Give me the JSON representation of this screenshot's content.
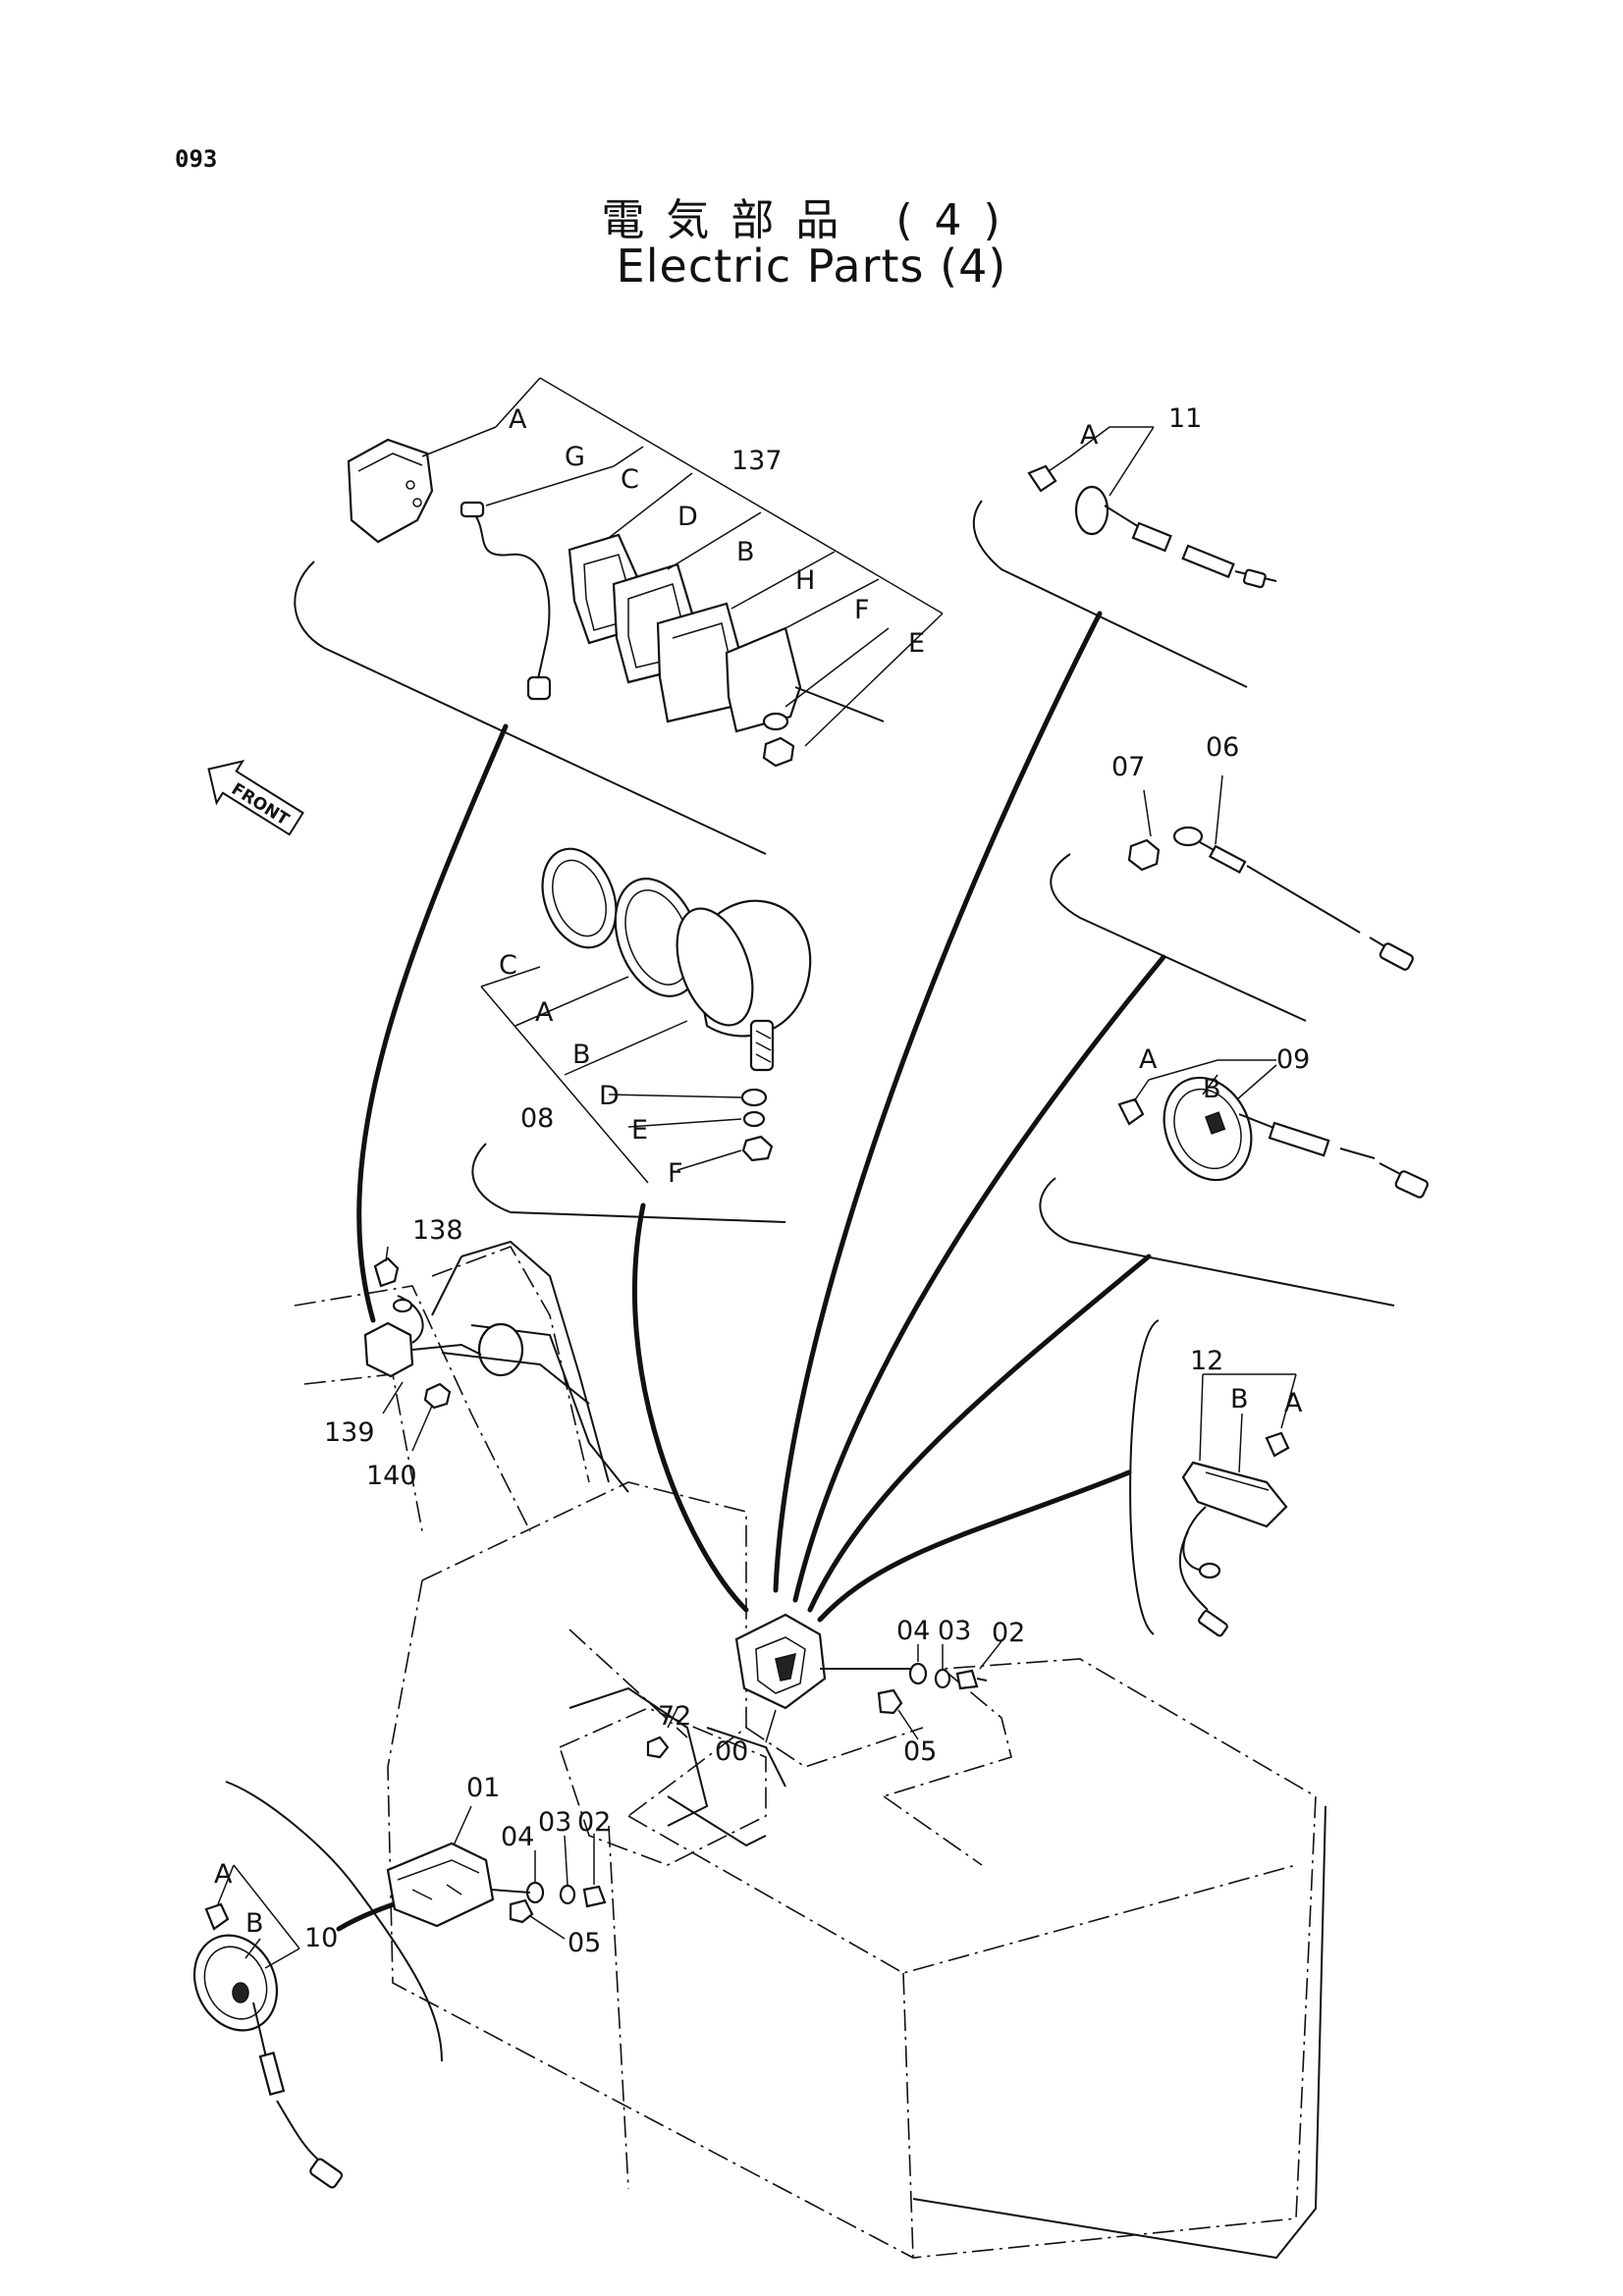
{
  "page_number": "093",
  "title_jp": "電気部品 (4)",
  "title_en": "Electric Parts (4)",
  "front_marker": "FRONT",
  "labels": {
    "work_light": [
      "A",
      "G",
      "C",
      "137",
      "D",
      "B",
      "H",
      "F",
      "E"
    ],
    "bulb_11": [
      "A",
      "11"
    ],
    "cable_06_07": [
      "07",
      "06"
    ],
    "headlight_08": [
      "C",
      "A",
      "B",
      "08",
      "D",
      "E",
      "F"
    ],
    "lamp_09": [
      "A",
      "B",
      "09"
    ],
    "lamp_138": [
      "138",
      "139",
      "140"
    ],
    "lamp_12": [
      "12",
      "B",
      "A"
    ],
    "bracket_00": [
      "04",
      "03",
      "02",
      "72",
      "00",
      "05"
    ],
    "bracket_01": [
      "01",
      "04",
      "03",
      "02",
      "05"
    ],
    "lamp_10": [
      "A",
      "B",
      "10"
    ]
  }
}
